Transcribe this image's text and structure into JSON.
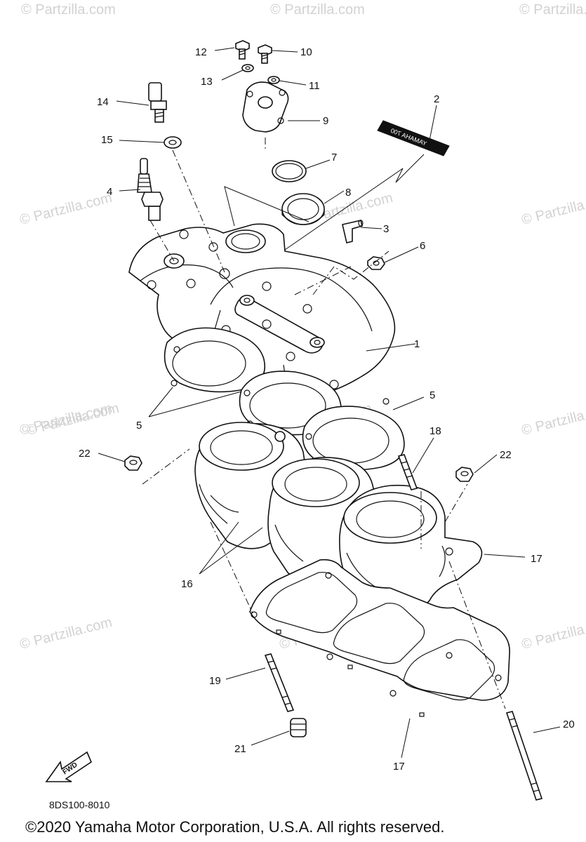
{
  "diagram": {
    "part_code": "8DS100-8010",
    "copyright": "©2020 Yamaha Motor Corporation, U.S.A. All rights reserved.",
    "watermark": "© Partzilla.com",
    "fwd_label": "FWD",
    "decal_text": "YAMAHA 700",
    "callouts": {
      "c1": "1",
      "c2": "2",
      "c3": "3",
      "c4": "4",
      "c5a": "5",
      "c5b": "5",
      "c6": "6",
      "c7": "7",
      "c8": "8",
      "c9": "9",
      "c10": "10",
      "c11": "11",
      "c12": "12",
      "c13": "13",
      "c14": "14",
      "c15": "15",
      "c16": "16",
      "c17a": "17",
      "c17b": "17",
      "c18": "18",
      "c19": "19",
      "c20": "20",
      "c21": "21",
      "c22a": "22",
      "c22b": "22"
    }
  }
}
